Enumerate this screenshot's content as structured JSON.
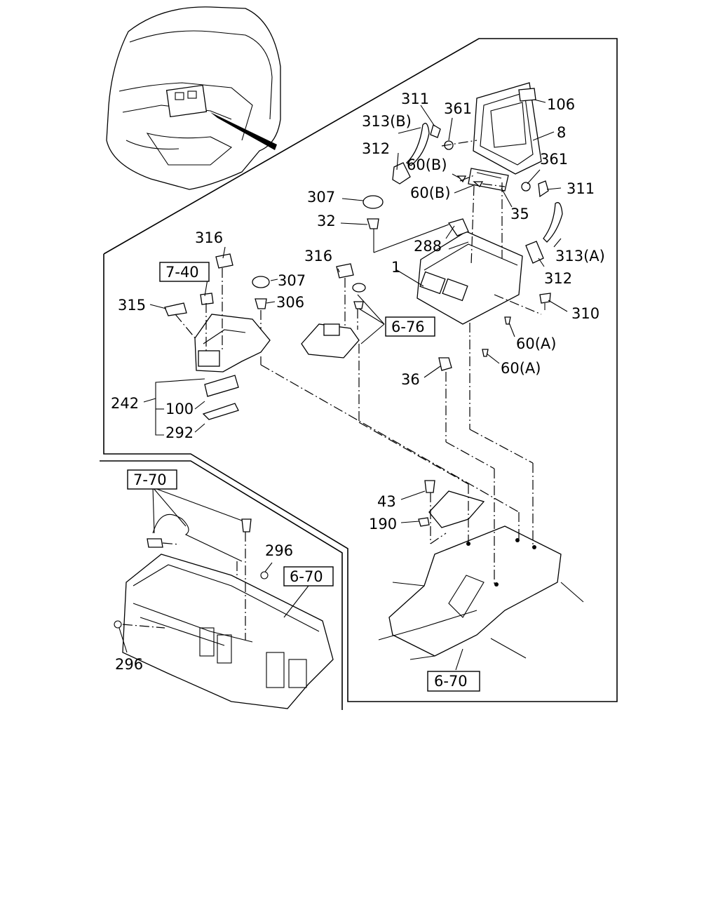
{
  "labels": {
    "l106": "106",
    "l8": "8",
    "l311a": "311",
    "l361a": "361",
    "l313b": "313(B)",
    "l312a": "312",
    "l60b1": "60(B)",
    "l361b": "361",
    "l307a": "307",
    "l311b": "311",
    "l60b2": "60(B)",
    "l35": "35",
    "l32": "32",
    "l288": "288",
    "l313a": "313(A)",
    "l1": "1",
    "l312b": "312",
    "l316a": "316",
    "l316b": "316",
    "l307b": "307",
    "l306": "306",
    "l315": "315",
    "l310": "310",
    "l60a1": "60(A)",
    "l60a2": "60(A)",
    "l36": "36",
    "l242": "242",
    "l100": "100",
    "l292": "292",
    "l43": "43",
    "l190": "190",
    "l296a": "296",
    "l296b": "296"
  },
  "refs": {
    "r740": "7-40",
    "r676": "6-76",
    "r770": "7-70",
    "r670a": "6-70",
    "r670b": "6-70"
  }
}
